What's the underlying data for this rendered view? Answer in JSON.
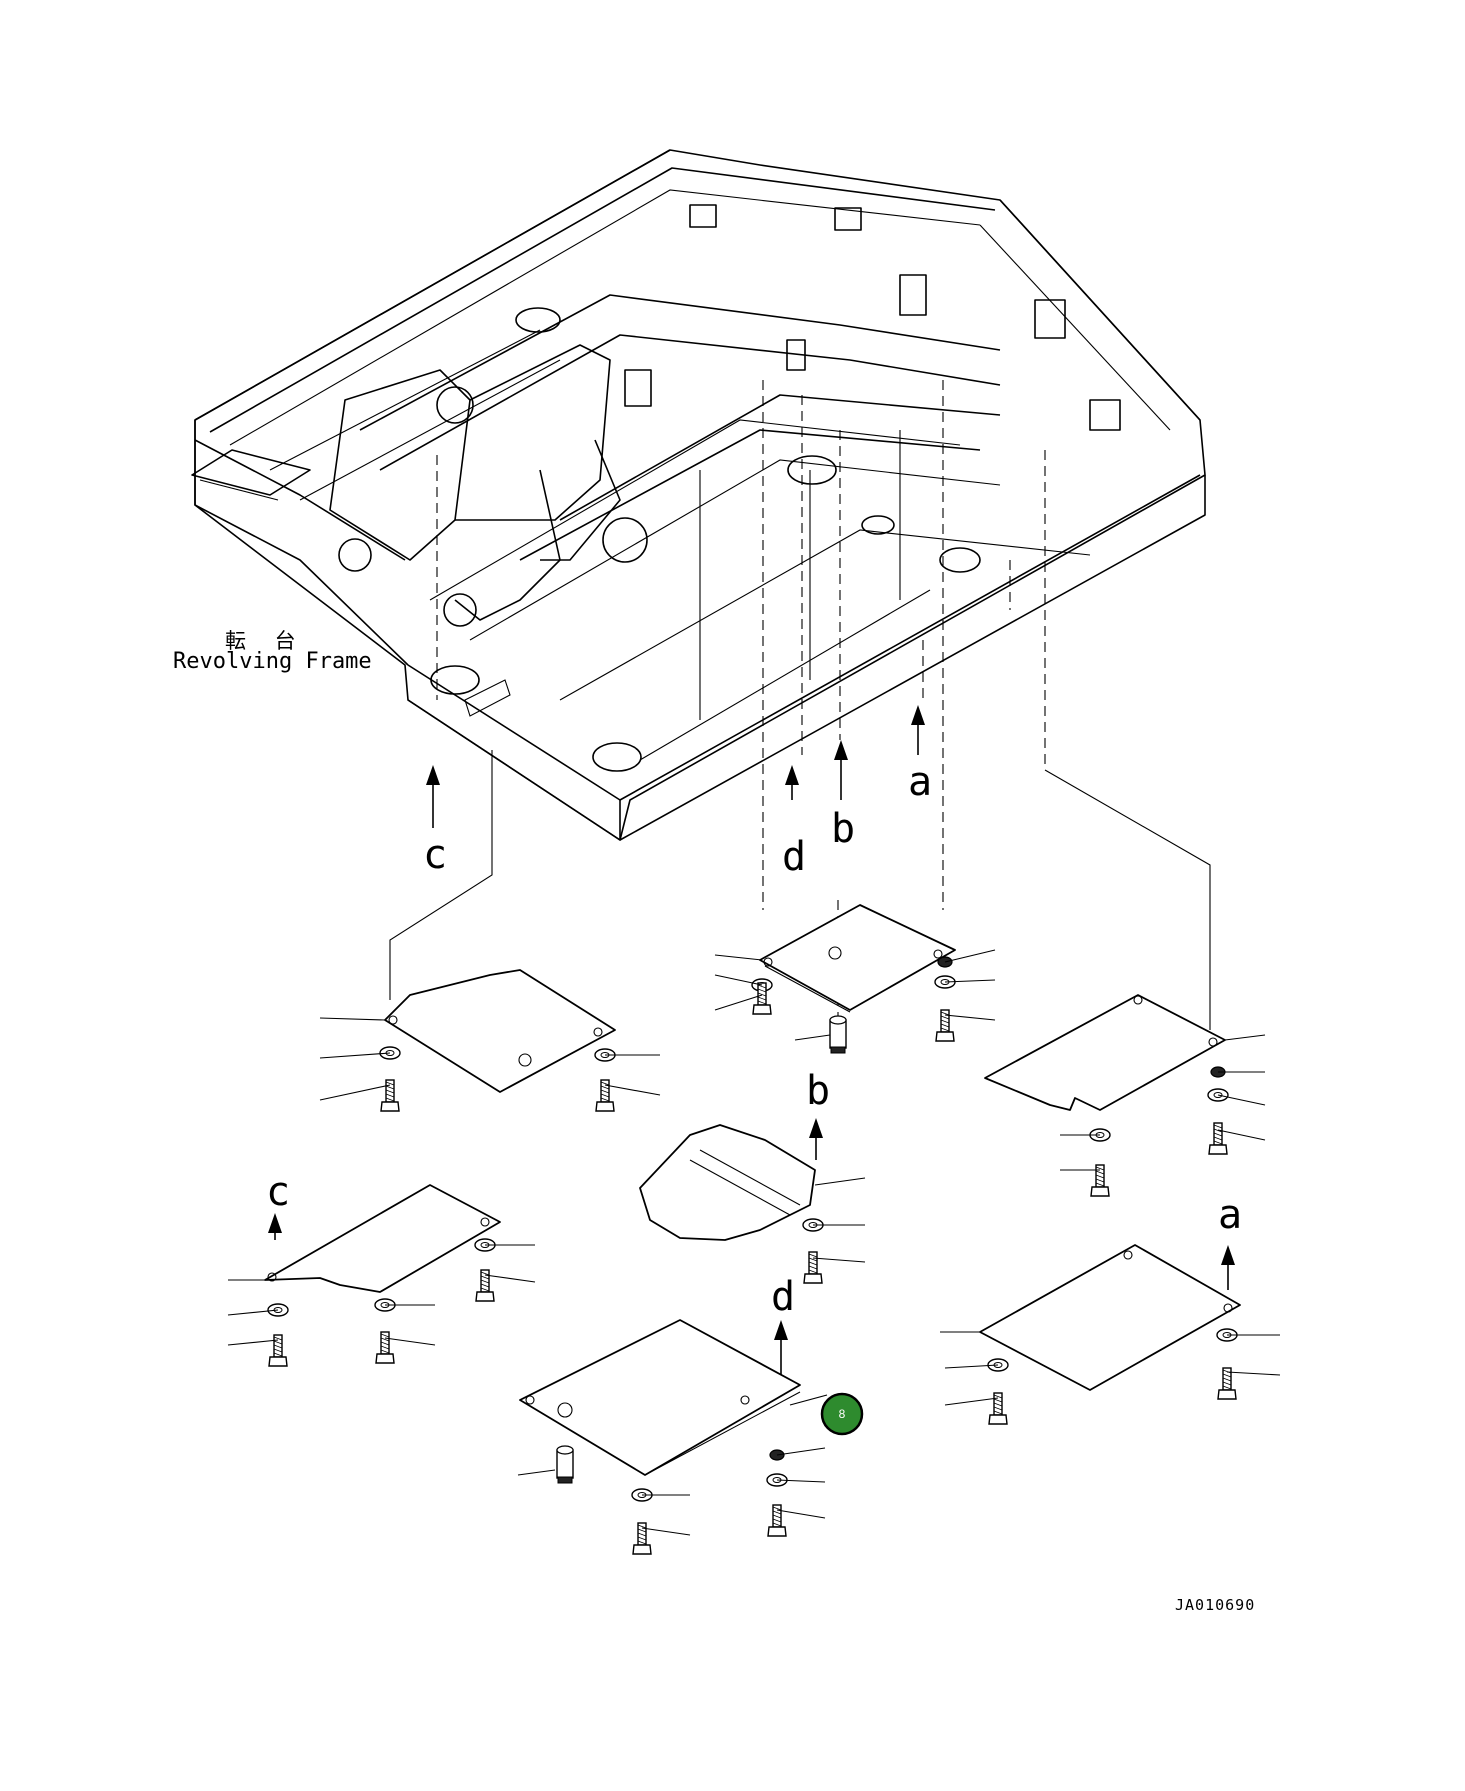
{
  "frame_label_jp": "転 台",
  "frame_label_en": "Revolving Frame",
  "ref_marks": [
    "a",
    "b",
    "c",
    "d"
  ],
  "drawing_code": "JA010690",
  "callout": {
    "number": "8",
    "color": "#2e8b2e"
  }
}
